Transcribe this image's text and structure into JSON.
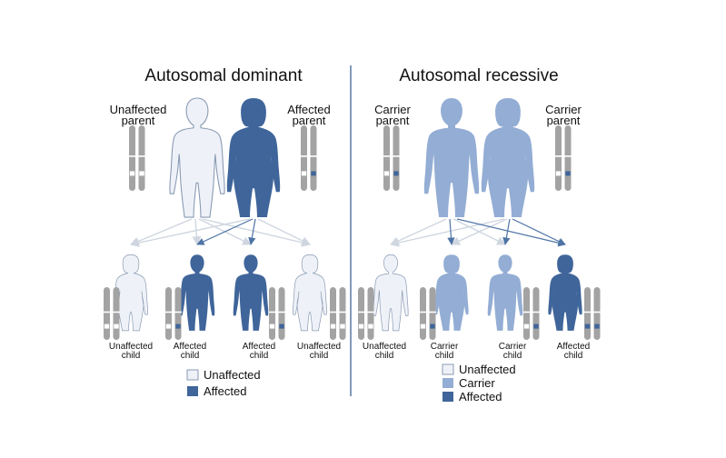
{
  "colors": {
    "unaffected_fill": "#eef2f8",
    "unaffected_stroke": "#8a9ab3",
    "affected": "#3f659a",
    "carrier": "#93add4",
    "chromosome": "#a3a3a3",
    "arrow_light": "#cfd6e0",
    "arrow_dark": "#4e74a6",
    "divider": "#4e6f9e"
  },
  "dominant": {
    "title": "Autosomal dominant",
    "parent_left": {
      "line1": "Unaffected",
      "line2": "parent",
      "status": "unaffected",
      "markers": [
        "unaffected",
        "unaffected"
      ]
    },
    "parent_right": {
      "line1": "Affected",
      "line2": "parent",
      "status": "affected",
      "markers": [
        "unaffected",
        "affected"
      ]
    },
    "children": [
      {
        "line1": "Unaffected",
        "line2": "child",
        "status": "unaffected",
        "markers": [
          "unaffected",
          "unaffected"
        ]
      },
      {
        "line1": "Affected",
        "line2": "child",
        "status": "affected",
        "markers": [
          "unaffected",
          "affected"
        ]
      },
      {
        "line1": "Affected",
        "line2": "child",
        "status": "affected",
        "markers": [
          "unaffected",
          "affected"
        ]
      },
      {
        "line1": "Unaffected",
        "line2": "child",
        "status": "unaffected",
        "markers": [
          "unaffected",
          "unaffected"
        ]
      }
    ],
    "legend": [
      {
        "label": "Unaffected",
        "status": "unaffected"
      },
      {
        "label": "Affected",
        "status": "affected"
      }
    ]
  },
  "recessive": {
    "title": "Autosomal recessive",
    "parent_left": {
      "line1": "Carrier",
      "line2": "parent",
      "status": "carrier",
      "markers": [
        "unaffected",
        "affected"
      ]
    },
    "parent_right": {
      "line1": "Carrier",
      "line2": "parent",
      "status": "carrier",
      "markers": [
        "unaffected",
        "affected"
      ]
    },
    "children": [
      {
        "line1": "Unaffected",
        "line2": "child",
        "status": "unaffected",
        "markers": [
          "unaffected",
          "unaffected"
        ]
      },
      {
        "line1": "Carrier",
        "line2": "child",
        "status": "carrier",
        "markers": [
          "unaffected",
          "affected"
        ]
      },
      {
        "line1": "Carrier",
        "line2": "child",
        "status": "carrier",
        "markers": [
          "unaffected",
          "affected"
        ]
      },
      {
        "line1": "Affected",
        "line2": "child",
        "status": "affected",
        "markers": [
          "affected",
          "affected"
        ]
      }
    ],
    "legend": [
      {
        "label": "Unaffected",
        "status": "unaffected"
      },
      {
        "label": "Carrier",
        "status": "carrier"
      },
      {
        "label": "Affected",
        "status": "affected"
      }
    ]
  }
}
